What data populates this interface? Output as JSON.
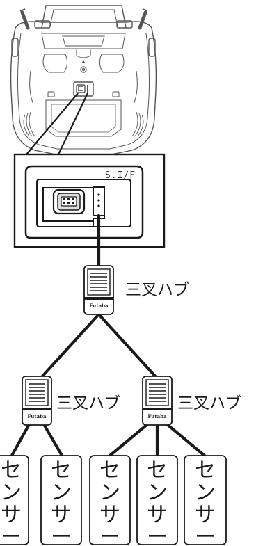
{
  "port_label": "S.I/F",
  "hubs": [
    {
      "label": "三叉ハブ",
      "brand": "Futaba"
    },
    {
      "label": "三叉ハブ",
      "brand": "Futaba"
    },
    {
      "label": "三叉ハブ",
      "brand": "Futaba"
    }
  ],
  "sensors": [
    {
      "chars": [
        "セ",
        "ン",
        "サ",
        "ー"
      ]
    },
    {
      "chars": [
        "セ",
        "ン",
        "サ",
        "ー"
      ]
    },
    {
      "chars": [
        "セ",
        "ン",
        "サ",
        "ー"
      ]
    },
    {
      "chars": [
        "セ",
        "ン",
        "サ",
        "ー"
      ]
    },
    {
      "chars": [
        "セ",
        "ン",
        "サ",
        "ー"
      ]
    }
  ],
  "colors": {
    "line": "#1a1a1a",
    "device_outline": "#555555"
  }
}
